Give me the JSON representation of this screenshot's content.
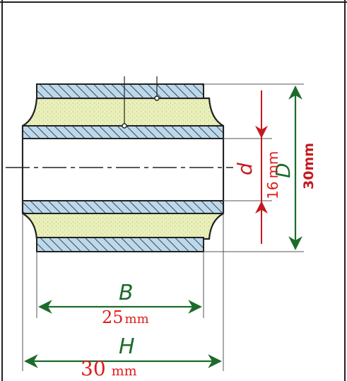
{
  "labels": {
    "B": "B",
    "H": "H",
    "d": "d",
    "D": "D"
  },
  "values": {
    "B": "25",
    "B_unit": "mm",
    "H": "30",
    "H_unit": "mm",
    "d": "16",
    "d_unit": "mm",
    "D": "30mm"
  },
  "colors": {
    "dimension_green": "#1d6b2c",
    "dimension_red": "#c4191e",
    "annotation_red": "#e11b1b",
    "rubber_fill": "#e9efb8",
    "sleeve_fill": "#bcd8ec",
    "hatch": "#222222"
  }
}
